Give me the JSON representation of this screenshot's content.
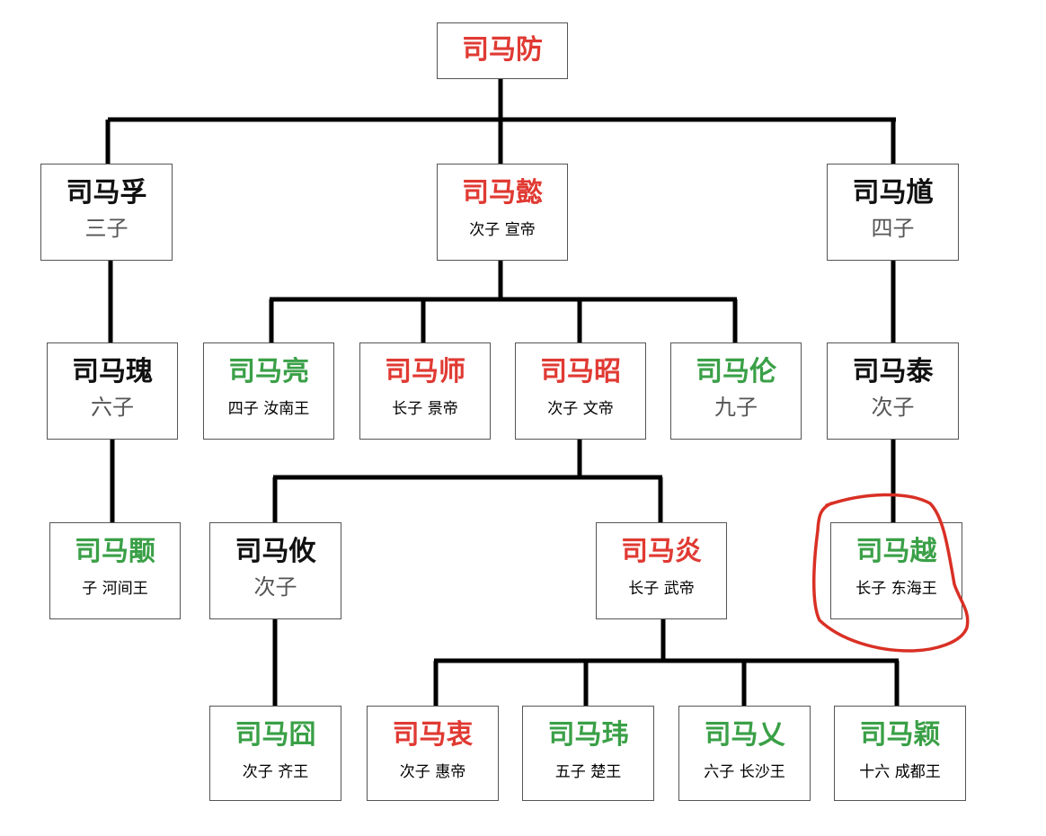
{
  "nodes": {
    "fang": {
      "name": "司马防",
      "sub": "",
      "color": "red"
    },
    "fu": {
      "name": "司马孚",
      "sub": "三子",
      "color": "black"
    },
    "yi": {
      "name": "司马懿",
      "sub": "次子 宣帝",
      "color": "red"
    },
    "kui": {
      "name": "司马馗",
      "sub": "四子",
      "color": "black"
    },
    "gui": {
      "name": "司马瑰",
      "sub": "六子",
      "color": "black"
    },
    "liang": {
      "name": "司马亮",
      "sub": "四子 汝南王",
      "color": "green"
    },
    "shi": {
      "name": "司马师",
      "sub": "长子 景帝",
      "color": "red"
    },
    "zhao": {
      "name": "司马昭",
      "sub": "次子 文帝",
      "color": "red"
    },
    "lun": {
      "name": "司马伦",
      "sub": "九子",
      "color": "green"
    },
    "tai": {
      "name": "司马泰",
      "sub": "次子",
      "color": "black"
    },
    "yong": {
      "name": "司马颙",
      "sub": "子 河间王",
      "color": "green"
    },
    "you": {
      "name": "司马攸",
      "sub": "次子",
      "color": "black"
    },
    "yan": {
      "name": "司马炎",
      "sub": "长子 武帝",
      "color": "red"
    },
    "yue": {
      "name": "司马越",
      "sub": "长子 东海王",
      "color": "green"
    },
    "jiong": {
      "name": "司马囧",
      "sub": "次子 齐王",
      "color": "green"
    },
    "zhong": {
      "name": "司马衷",
      "sub": "次子 惠帝",
      "color": "red"
    },
    "wei": {
      "name": "司马玮",
      "sub": "五子 楚王",
      "color": "green"
    },
    "ai": {
      "name": "司马乂",
      "sub": "六子 长沙王",
      "color": "green"
    },
    "ying": {
      "name": "司马颖",
      "sub": "十六 成都王",
      "color": "green"
    }
  },
  "colors": {
    "red": "#e03a33",
    "green": "#3aa047",
    "black": "#111111",
    "annotation": "#d93025"
  }
}
